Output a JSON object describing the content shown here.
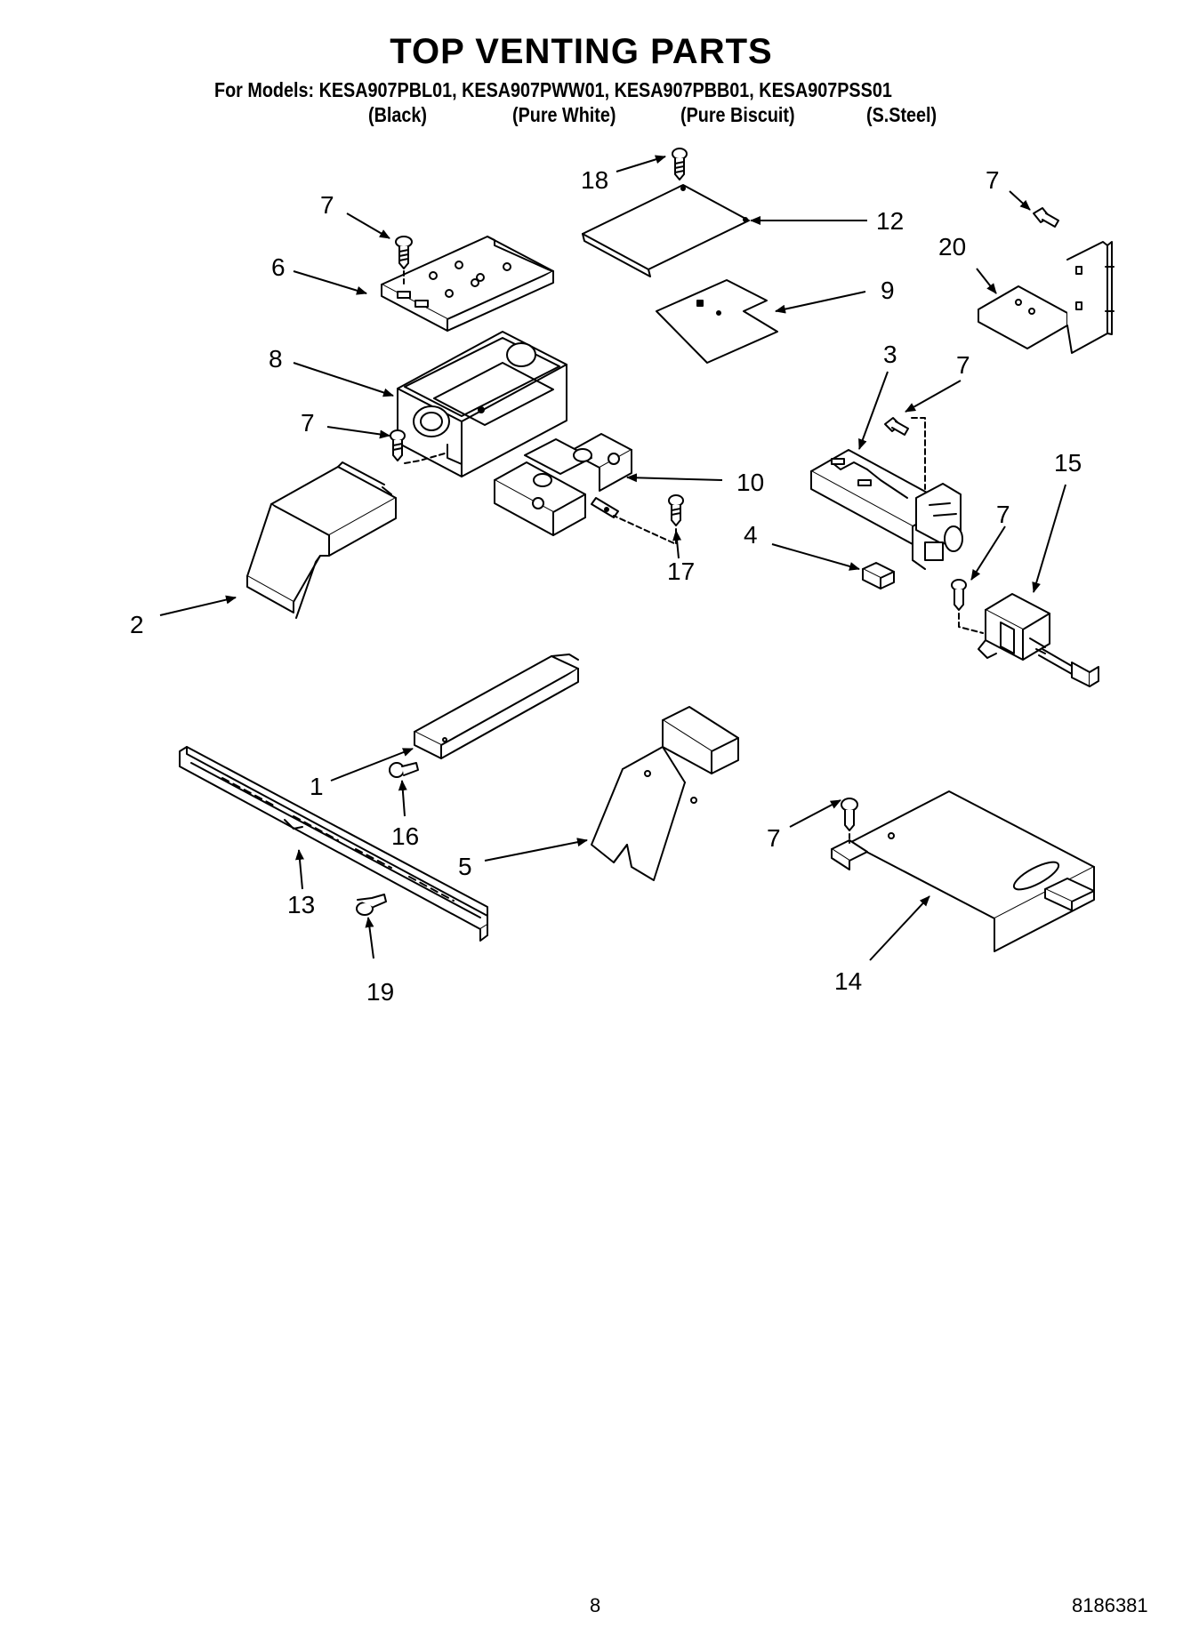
{
  "header": {
    "title": "TOP VENTING PARTS",
    "models_line": "For Models: KESA907PBL01, KESA907PWW01, KESA907PBB01, KESA907PSS01",
    "variants": [
      "(Black)",
      "(Pure White)",
      "(Pure Biscuit)",
      "(S.Steel)"
    ]
  },
  "callouts": [
    "18",
    "12",
    "7",
    "20",
    "7",
    "6",
    "9",
    "8",
    "3",
    "7",
    "7",
    "10",
    "15",
    "17",
    "4",
    "7",
    "2",
    "1",
    "16",
    "5",
    "7",
    "13",
    "19",
    "14"
  ],
  "footer": {
    "page_number": "8",
    "doc_number": "8186381"
  }
}
